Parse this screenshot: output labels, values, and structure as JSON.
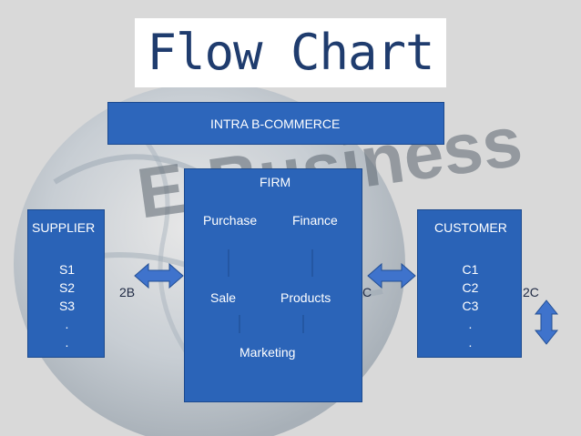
{
  "title": "Flow Chart",
  "background_word": "E-Business",
  "intra_box": {
    "label": "INTRA B-COMMERCE"
  },
  "firm": {
    "heading": "FIRM",
    "purchase": "Purchase",
    "finance": "Finance",
    "sale": "Sale",
    "products": "Products",
    "marketing": "Marketing"
  },
  "supplier": {
    "heading": "SUPPLIER",
    "items": [
      "S1",
      "S2",
      "S3",
      ".",
      "."
    ]
  },
  "customer": {
    "heading": "CUSTOMER",
    "items": [
      "C1",
      "C2",
      "C3",
      ".",
      "."
    ]
  },
  "partial_labels": {
    "left": "2B",
    "middle": "C",
    "right": "2C"
  },
  "colors": {
    "box_blue": "#2a63b7",
    "arrow_blue": "#3f73cc",
    "title_text": "#1f3c6e",
    "background": "#d9d9d9"
  }
}
